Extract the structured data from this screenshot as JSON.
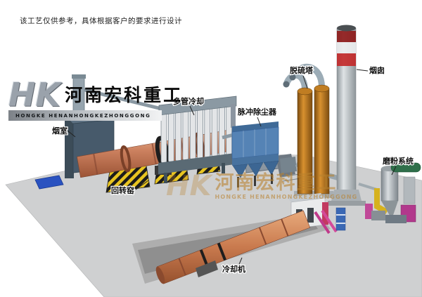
{
  "disclaimer": "该工艺仅供参考，具体根据客户的要求进行设计",
  "logo": {
    "monogram": "HK",
    "company": "河南宏科重工",
    "english": "HONGKE HENANHONGKEZHONGGONG"
  },
  "watermark": {
    "monogram": "HK",
    "company": "河南宏科重工",
    "english": "HONGKE HENANHONGKEZHONGGONG"
  },
  "labels": {
    "smoke_chamber": "烟室",
    "multi_tube_cooler": "多管冷却",
    "pulse_dust_collector": "脉冲除尘器",
    "desulfurization_tower": "脱硫塔",
    "chimney": "烟囱",
    "grinding_system": "磨粉系统",
    "rotary_kiln": "回转窑",
    "cooling_machine": "冷却机"
  },
  "colors": {
    "kiln_body": "#cd8260",
    "cooling_body": "#c97a4e",
    "dust_collector_blue": "#5583b5",
    "tower_orange": "#d8912f",
    "chimney_red": "#c22a2a",
    "hazard_yellow": "#e8c420",
    "platform_gray": "#cfd0d1",
    "watermark_tan": "#b9822e",
    "pad_blue": "#2a52c0"
  }
}
